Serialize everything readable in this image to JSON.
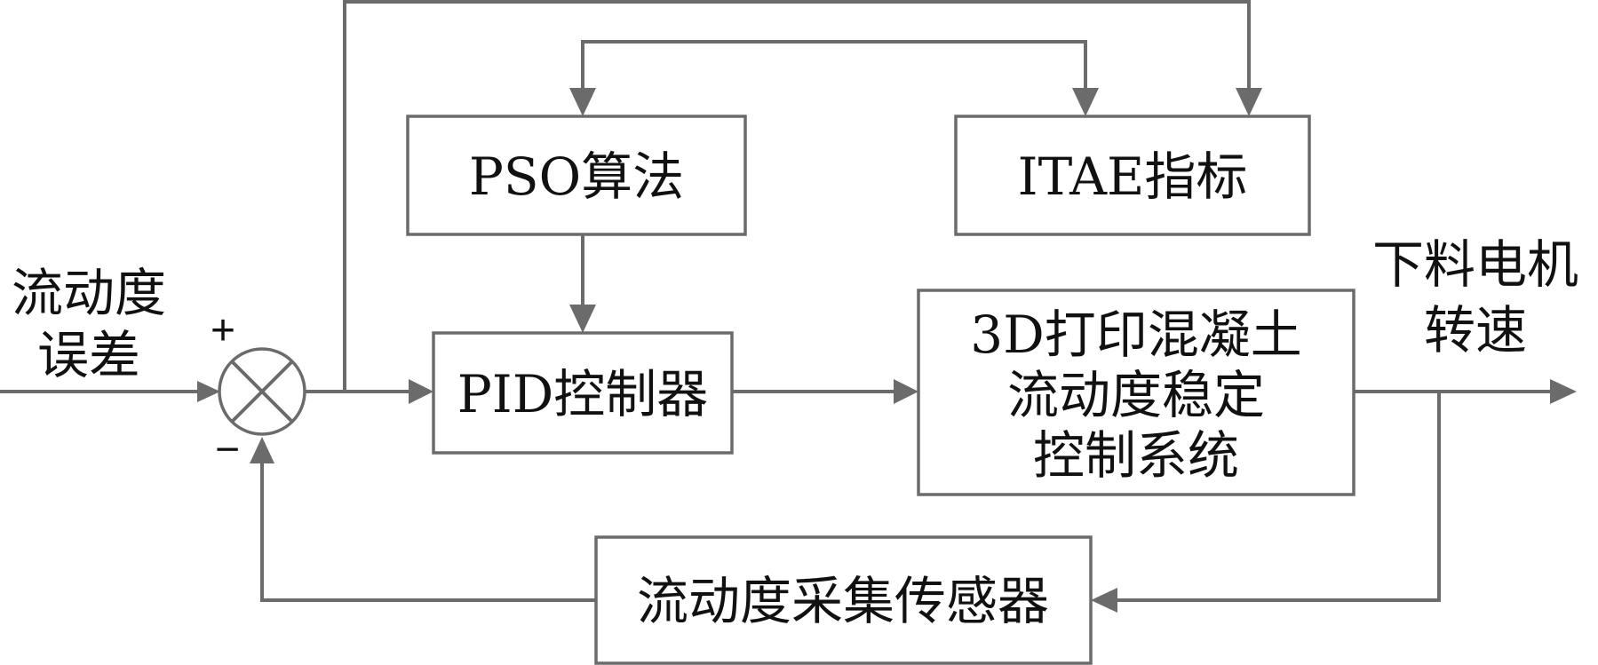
{
  "diagram": {
    "boxes": {
      "pso": "PSO算法",
      "itae": "ITAE指标",
      "pid": "PID控制器",
      "system": [
        "3D打印混凝土",
        "流动度稳定",
        "控制系统"
      ],
      "sensor": "流动度采集传感器"
    },
    "input_label": [
      "流动度",
      "误差"
    ],
    "output_label": [
      "下料电机",
      "转速"
    ],
    "junction": {
      "plus": "+",
      "minus": "−"
    }
  }
}
